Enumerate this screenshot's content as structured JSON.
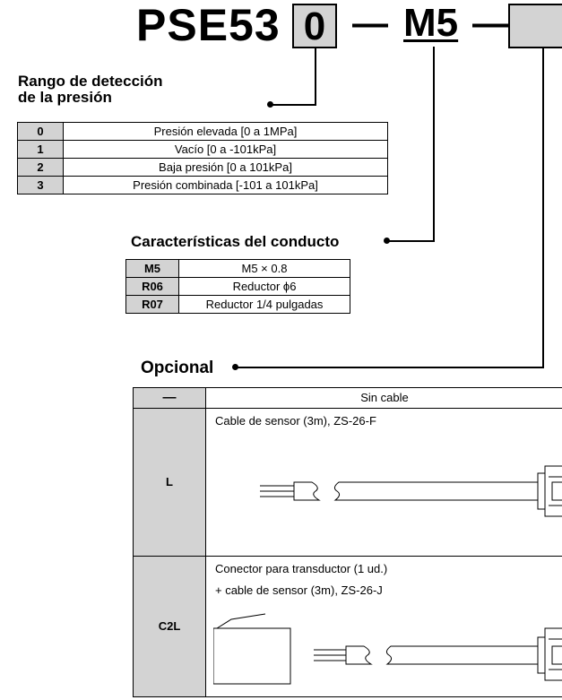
{
  "header": {
    "prefix": "PSE53",
    "range_code": "0",
    "dash": "—",
    "port_code": "M5"
  },
  "range_section": {
    "heading_line1": "Rango de detección",
    "heading_line2": "de la presión",
    "rows": [
      {
        "code": "0",
        "text": "Presión elevada [0 a 1MPa]"
      },
      {
        "code": "1",
        "text": "Vacío [0 a -101kPa]"
      },
      {
        "code": "2",
        "text": "Baja presión [0 a 101kPa]"
      },
      {
        "code": "3",
        "text": "Presión combinada [-101 a 101kPa]"
      }
    ]
  },
  "port_section": {
    "heading": "Características del conducto",
    "rows": [
      {
        "code": "M5",
        "text": "M5 × 0.8"
      },
      {
        "code": "R06",
        "text": "Reductor ϕ6"
      },
      {
        "code": "R07",
        "text": "Reductor 1/4 pulgadas"
      }
    ]
  },
  "option_section": {
    "heading": "Opcional",
    "rows": [
      {
        "code": "—",
        "text": "Sin cable"
      },
      {
        "code": "L",
        "text": "Cable de sensor (3m), ZS-26-F"
      },
      {
        "code": "C2L",
        "text_line1": "Conector para transductor (1 ud.)",
        "text_line2": "+ cable de sensor (3m), ZS-26-J"
      }
    ]
  }
}
